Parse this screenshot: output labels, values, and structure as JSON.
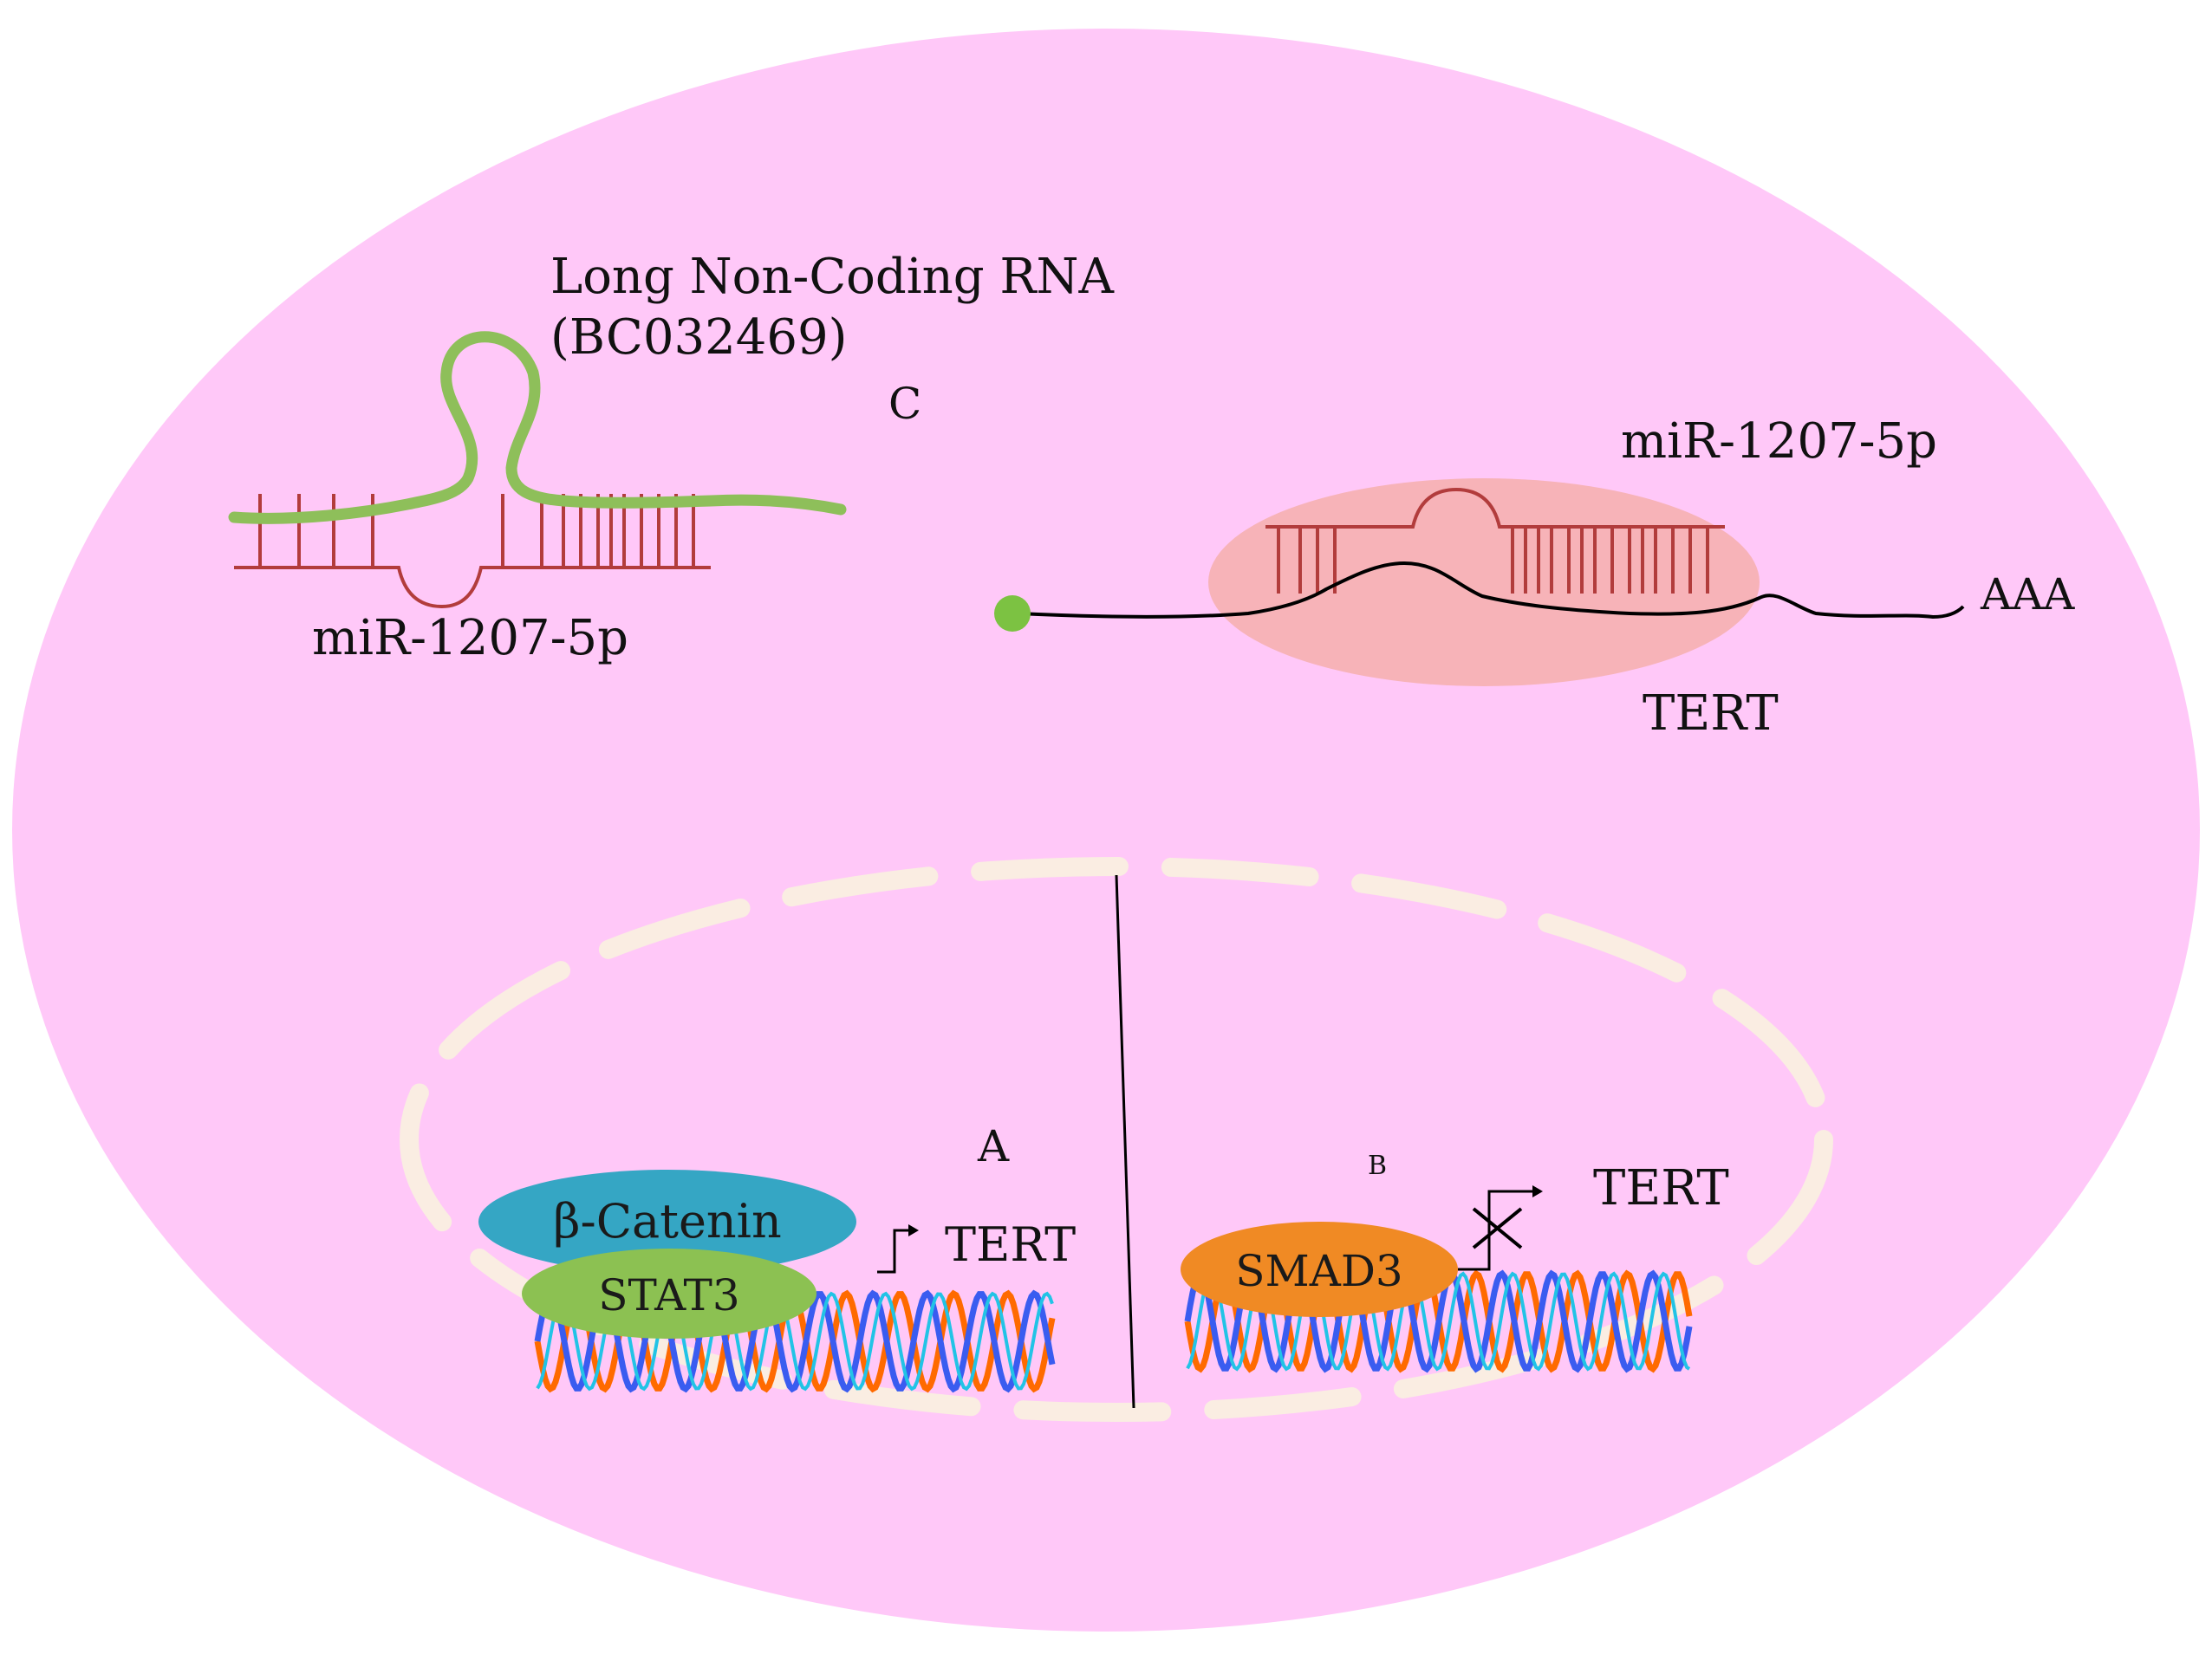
{
  "labels": {
    "lncrna_title": "Long Non-Coding RNA",
    "lncrna_id": "(BC032469)",
    "mirna_left": "miR-1207-5p",
    "panel_c": "C",
    "mirna_right": "miR-1207-5p",
    "poly_a": "AAA",
    "tert_mrna": "TERT",
    "panel_a": "A",
    "panel_b": "B",
    "beta_catenin": "β-Catenin",
    "stat3": "STAT3",
    "tert_a": "TERT",
    "smad3": "SMAD3",
    "tert_b": "TERT"
  },
  "colors": {
    "cell": "#FFC8F8",
    "nucleus_border": "#FAEDE2",
    "lncrna": "#8EBF5A",
    "mirna": "#B23C3C",
    "mirna_complex": "#F7B3B8",
    "cap": "#7CC242",
    "beta_catenin": "#35A6C4",
    "stat3": "#8CC152",
    "smad3": "#F08A24",
    "dna_orange": "#FF6A00",
    "dna_blue": "#3A5CF0",
    "dna_cyan": "#22C3E6"
  }
}
